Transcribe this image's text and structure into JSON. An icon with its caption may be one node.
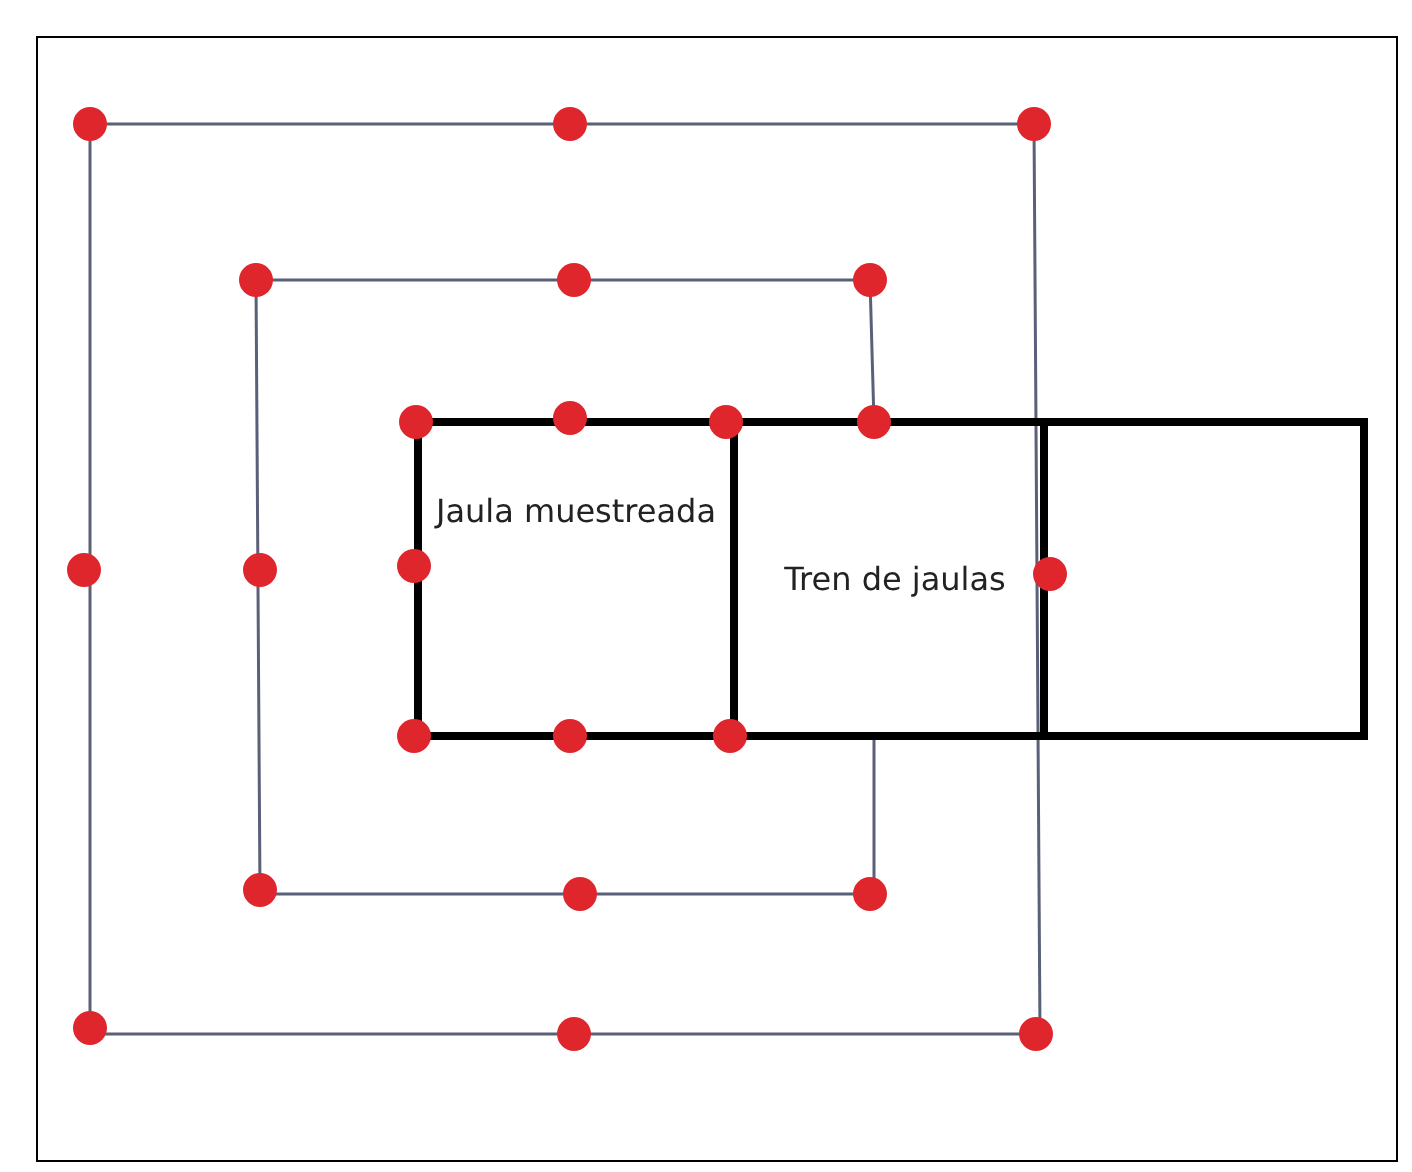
{
  "diagram": {
    "nodes": [
      {
        "text": [
          "Tren de jaulas"
        ]
      },
      {
        "text": [
          "Jaula muestreada"
        ],
        "in": 0
      }
    ]
  }
}
